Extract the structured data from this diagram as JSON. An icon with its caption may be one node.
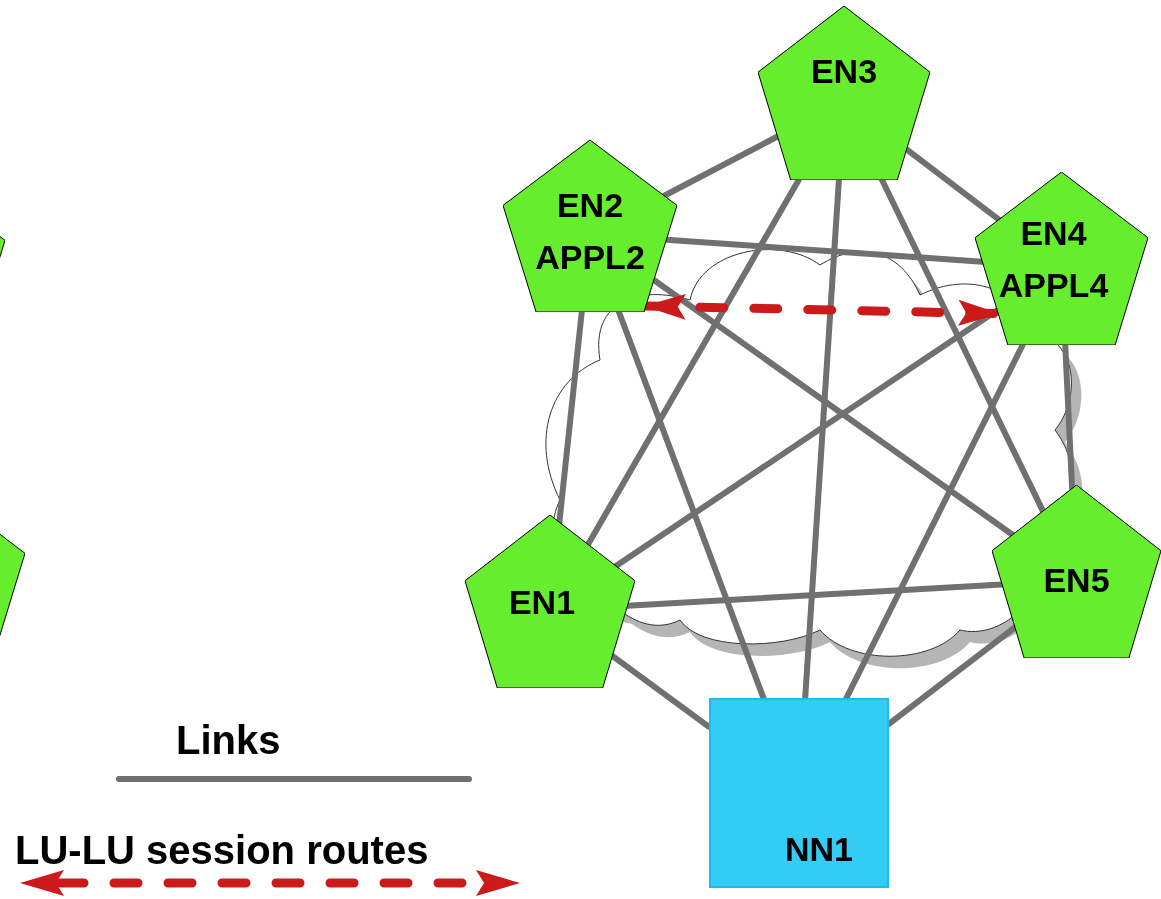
{
  "diagram": {
    "nodes": [
      {
        "text": [
          "EN3"
        ]
      },
      {
        "text": [
          "EN2",
          "APPL2"
        ]
      },
      {
        "text": [
          "EN4",
          "APPL4"
        ]
      },
      {
        "text": [
          "EN1"
        ]
      },
      {
        "text": [
          "EN5"
        ]
      },
      {
        "text": [
          "NN1"
        ]
      },
      {
        "text": [],
        "shape": "pentagon"
      },
      {
        "text": [],
        "shape": "pentagon"
      }
    ],
    "edges": [
      {
        "from": 0,
        "to": 1,
        "arrow": "none"
      },
      {
        "from": 0,
        "to": 2,
        "arrow": "none"
      },
      {
        "from": 0,
        "to": 3,
        "arrow": "none"
      },
      {
        "from": 0,
        "to": 5,
        "arrow": "none"
      },
      {
        "from": 0,
        "to": 4,
        "arrow": "none"
      },
      {
        "from": 1,
        "to": 2,
        "arrow": "none"
      },
      {
        "from": 1,
        "to": 4,
        "arrow": "none"
      },
      {
        "from": 1,
        "to": 3,
        "arrow": "none"
      },
      {
        "from": 1,
        "to": 5,
        "arrow": "none"
      },
      {
        "from": 2,
        "to": 3,
        "arrow": "none"
      },
      {
        "from": 2,
        "to": 5,
        "arrow": "none"
      },
      {
        "from": 2,
        "to": 4,
        "arrow": "none"
      },
      {
        "from": 3,
        "to": 4,
        "arrow": "none"
      },
      {
        "from": 3,
        "to": 5,
        "arrow": "none"
      },
      {
        "from": 4,
        "to": 5,
        "arrow": "none"
      },
      {
        "from": 1,
        "to": 2,
        "arrow": "both",
        "style": "dashed",
        "color": "#cc1a1a"
      }
    ],
    "legend": [
      {
        "text": "Links"
      },
      {
        "text": "LU-LU session routes"
      }
    ]
  }
}
